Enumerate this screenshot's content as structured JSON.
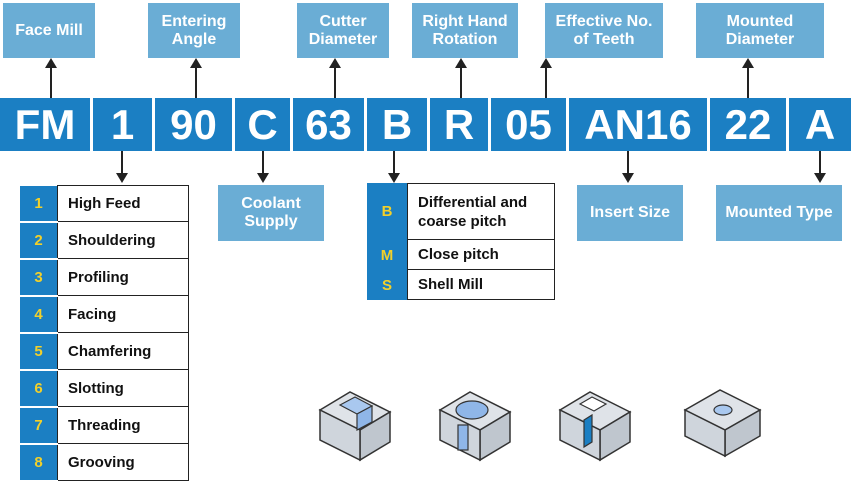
{
  "top_labels": {
    "face_mill": "Face Mill",
    "entering_angle": "Entering\nAngle",
    "cutter_diameter": "Cutter\nDiameter",
    "rotation": "Right Hand\nRotation",
    "teeth": "Effective No.\nof Teeth",
    "mounted_diameter": "Mounted\nDiameter"
  },
  "code": [
    "FM",
    "1",
    "90",
    "C",
    "63",
    "B",
    "R",
    "05",
    "AN16",
    "22",
    "A"
  ],
  "bottom_labels": {
    "coolant": "Coolant\nSupply",
    "insert_size": "Insert Size",
    "mounted_type": "Mounted Type"
  },
  "operations": [
    {
      "num": "1",
      "label": "High Feed"
    },
    {
      "num": "2",
      "label": "Shouldering"
    },
    {
      "num": "3",
      "label": "Profiling"
    },
    {
      "num": "4",
      "label": "Facing"
    },
    {
      "num": "5",
      "label": "Chamfering"
    },
    {
      "num": "6",
      "label": "Slotting"
    },
    {
      "num": "7",
      "label": "Threading"
    },
    {
      "num": "8",
      "label": "Grooving"
    }
  ],
  "pitch_types": [
    {
      "code": "B",
      "label": "Differential and\ncoarse pitch"
    },
    {
      "code": "M",
      "label": "Close pitch"
    },
    {
      "code": "S",
      "label": "Shell Mill"
    }
  ],
  "colors": {
    "code_bg": "#1b7fc3",
    "label_bg": "#6aadd5",
    "code_text": "#ffffff",
    "num_text": "#f2d02a"
  }
}
